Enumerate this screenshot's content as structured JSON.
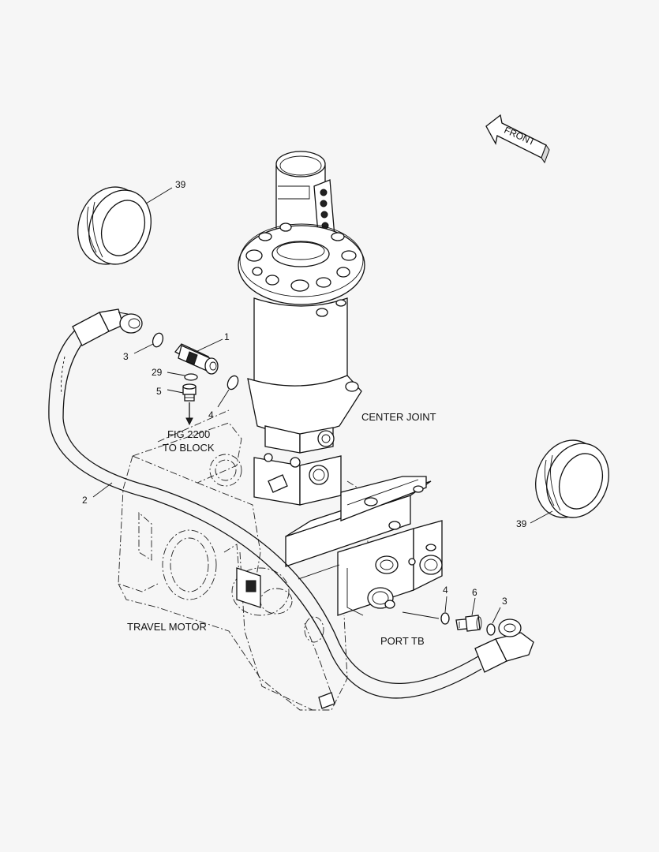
{
  "callouts": {
    "c1": "1",
    "c2": "2",
    "c3a": "3",
    "c3b": "3",
    "c4a": "4",
    "c4b": "4",
    "c5": "5",
    "c6": "6",
    "c29": "29",
    "c39a": "39",
    "c39b": "39"
  },
  "labels": {
    "center_joint": "CENTER JOINT",
    "travel_motor": "TRAVEL MOTOR",
    "port_tb": "PORT  TB",
    "fig_ref_line1": "FIG 2200",
    "fig_ref_line2": "TO BLOCK",
    "front": "FRONT"
  }
}
